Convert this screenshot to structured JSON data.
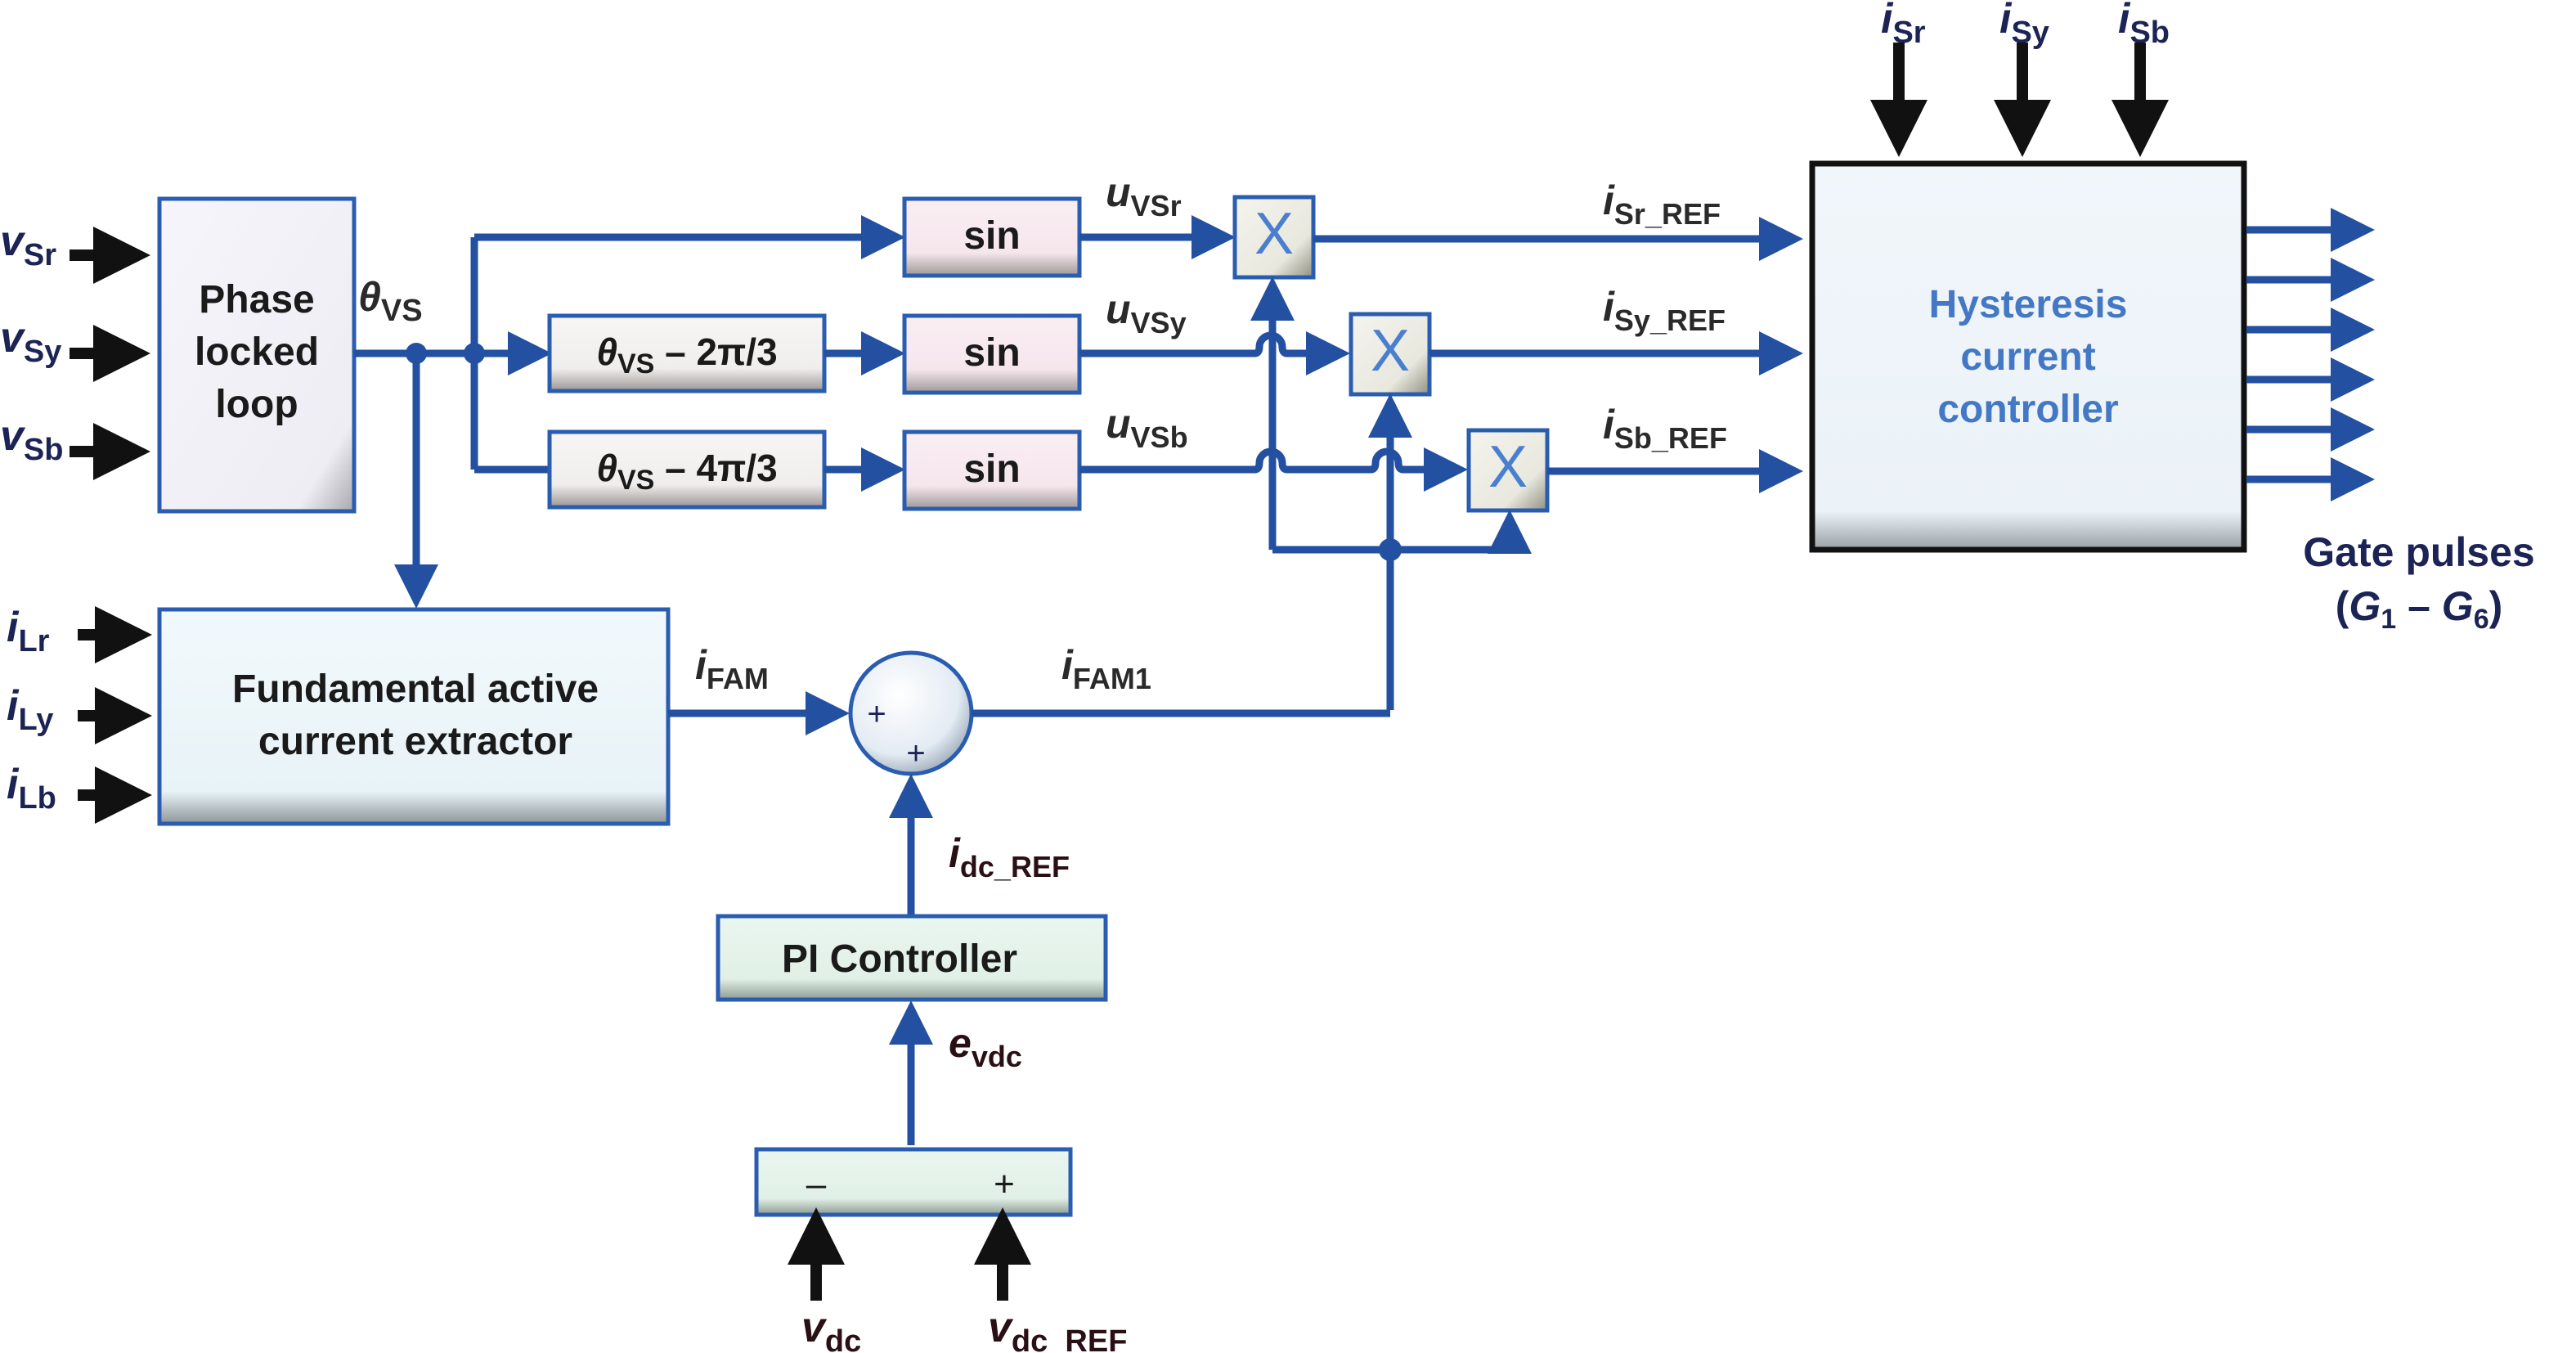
{
  "colors": {
    "wire": "#2350a0",
    "block_border": "#2a5db0",
    "hysteresis_text": "#4378c4",
    "multiplier_x": "#4a7fd0",
    "input_arrow": "#111111",
    "pll_fill": "#f3f2f8",
    "sin_fill": "#f8e9f0",
    "shift_fill": "#f4f2f0",
    "extractor_fill": "#eef6fa",
    "pi_fill": "#e4f2ea",
    "hcc_fill": "#eef4fa"
  },
  "blocks": {
    "pll": {
      "lines": [
        "Phase",
        "locked",
        "loop"
      ]
    },
    "shift_2": {
      "theta": "θ",
      "sub": "VS",
      "rest": " – 2π/3"
    },
    "shift_4": {
      "theta": "θ",
      "sub": "VS",
      "rest": " – 4π/3"
    },
    "sin_r": {
      "label": "sin"
    },
    "sin_y": {
      "label": "sin"
    },
    "sin_b": {
      "label": "sin"
    },
    "multiplier_symbol": "X",
    "extractor": {
      "lines": [
        "Fundamental active",
        "current extractor"
      ]
    },
    "summer": {
      "sign_left": "+",
      "sign_bottom": "+"
    },
    "pi": {
      "label": "PI Controller"
    },
    "error_block": {
      "sign_left": "–",
      "sign_right": "+"
    },
    "hcc": {
      "lines": [
        "Hysteresis",
        "current",
        "controller"
      ]
    }
  },
  "signals": {
    "v_sr": {
      "main": "v",
      "sub": "Sr"
    },
    "v_sy": {
      "main": "v",
      "sub": "Sy"
    },
    "v_sb": {
      "main": "v",
      "sub": "Sb"
    },
    "theta_vs": {
      "main": "θ",
      "sub": "VS"
    },
    "u_vsr": {
      "main": "u",
      "sub": "VSr"
    },
    "u_vsy": {
      "main": "u",
      "sub": "VSy"
    },
    "u_vsb": {
      "main": "u",
      "sub": "VSb"
    },
    "i_sr_ref": {
      "main": "i",
      "sub": "Sr_REF"
    },
    "i_sy_ref": {
      "main": "i",
      "sub": "Sy_REF"
    },
    "i_sb_ref": {
      "main": "i",
      "sub": "Sb_REF"
    },
    "i_sr": {
      "main": "i",
      "sub": "Sr"
    },
    "i_sy": {
      "main": "i",
      "sub": "Sy"
    },
    "i_sb": {
      "main": "i",
      "sub": "Sb"
    },
    "i_lr": {
      "main": "i",
      "sub": "Lr"
    },
    "i_ly": {
      "main": "i",
      "sub": "Ly"
    },
    "i_lb": {
      "main": "i",
      "sub": "Lb"
    },
    "i_fam": {
      "main": "i",
      "sub": "FAM"
    },
    "i_fam1": {
      "main": "i",
      "sub": "FAM1"
    },
    "i_dc_ref": {
      "main": "i",
      "sub": "dc_REF"
    },
    "e_vdc": {
      "main": "e",
      "sub": "vdc"
    },
    "v_dc": {
      "main": "v",
      "sub": "dc"
    },
    "v_dc_ref": {
      "main": "v",
      "sub": "dc_REF"
    }
  },
  "outputs": {
    "title": "Gate pulses",
    "range_open": "(",
    "g_start": "G",
    "g_start_sub": "1",
    "dash": " – ",
    "g_end": "G",
    "g_end_sub": "6",
    "range_close": ")",
    "count": 6
  }
}
